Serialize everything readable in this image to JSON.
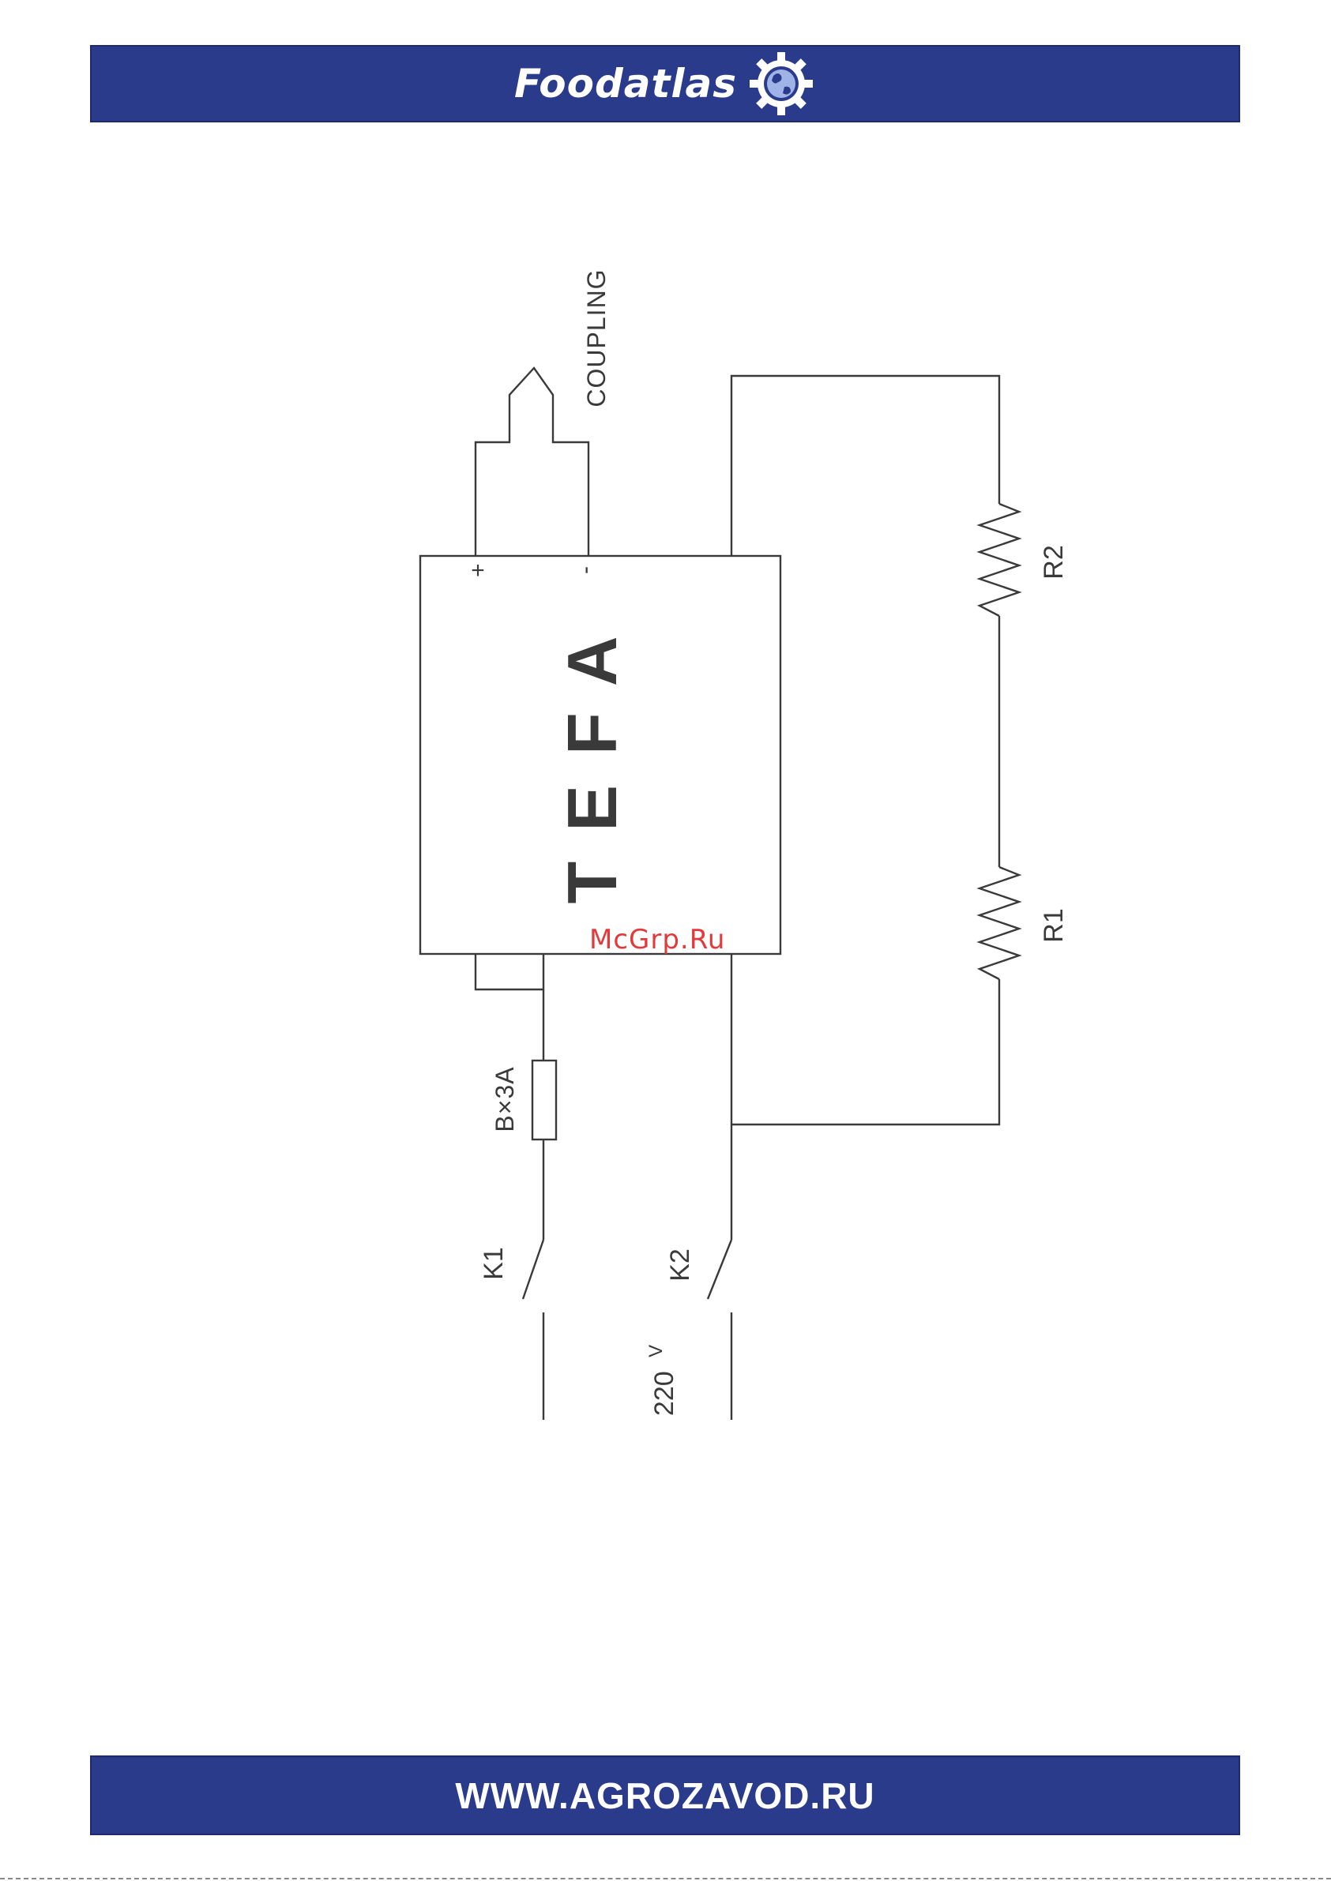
{
  "header": {
    "brand": "Foodatlas",
    "logo_icon": "gear-globe-icon"
  },
  "footer": {
    "url": "WWW.AGROZAVOD.RU"
  },
  "watermark": "McGrp.Ru",
  "diagram": {
    "device_label": "TEFA",
    "coupling_label": "COUPLING",
    "plus_label": "+",
    "minus_label": "-",
    "fuse_label": "B×3A",
    "switch_k1": "K1",
    "switch_k2": "K2",
    "resistor_r1": "R1",
    "resistor_r2": "R2",
    "voltage": "220",
    "voltage_unit": "V"
  },
  "colors": {
    "banner": "#2b3b8c",
    "line": "#3a3a3a",
    "watermark": "#e23a3a"
  }
}
